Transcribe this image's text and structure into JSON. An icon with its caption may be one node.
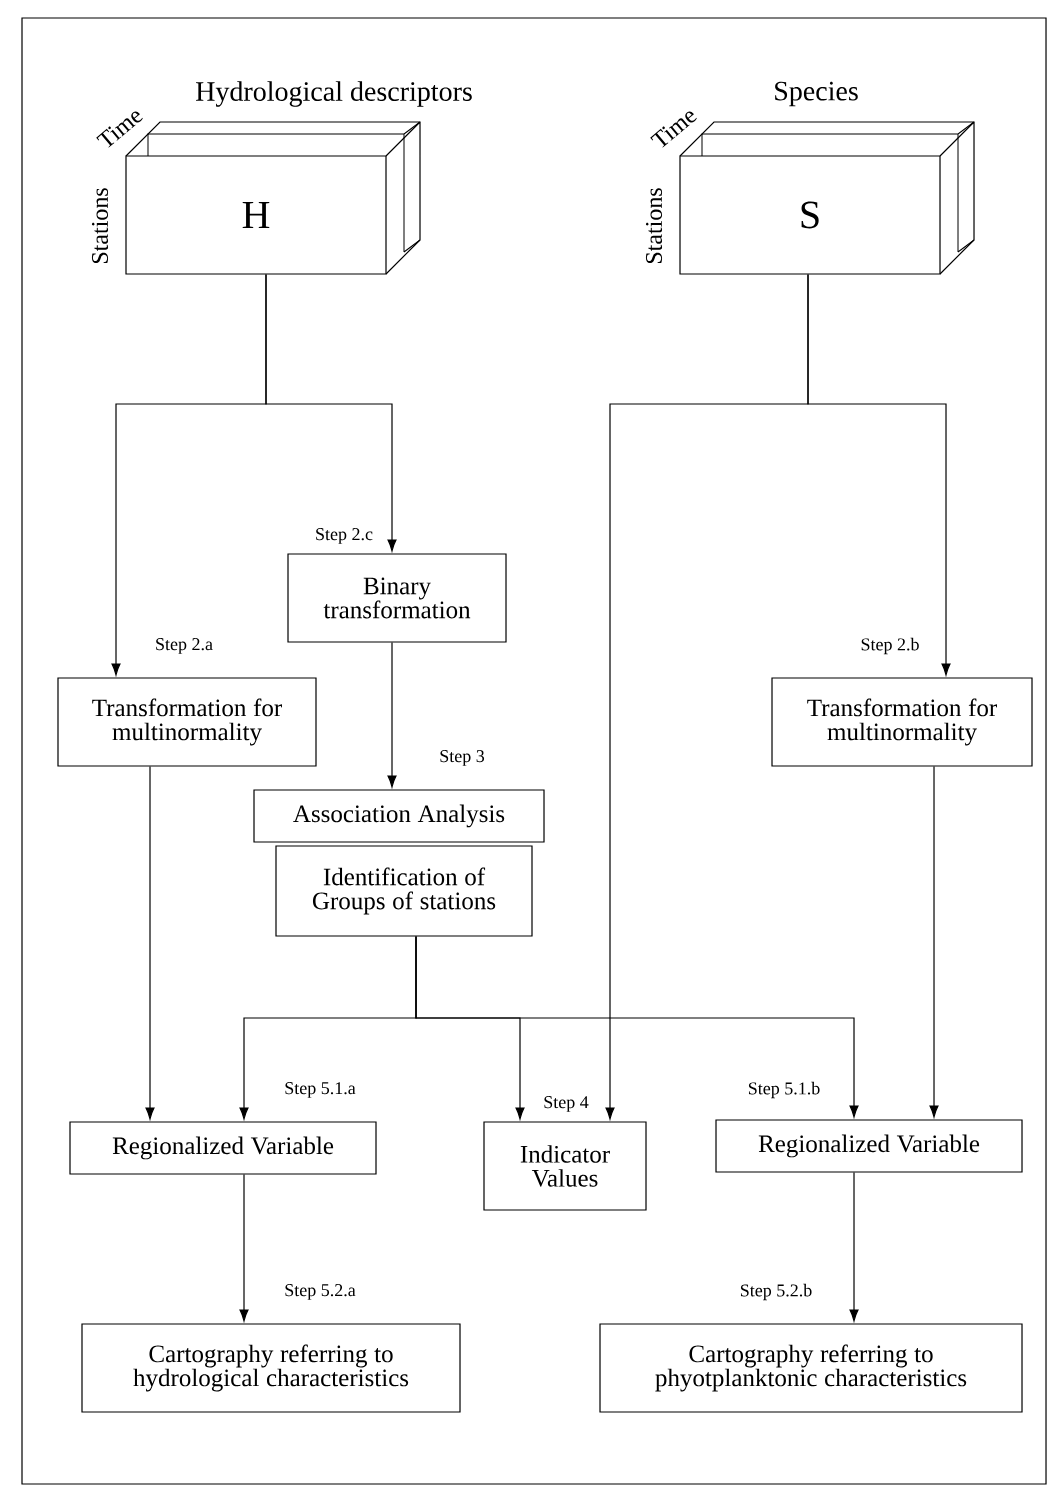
{
  "diagram": {
    "nodes": [
      {
        "text": [
          "H"
        ],
        "beside": [
          "Hydrological descriptors",
          "Time",
          "Stations"
        ]
      },
      {
        "text": [
          "S"
        ],
        "beside": [
          "Species",
          "Time",
          "Stations"
        ]
      },
      {
        "text": [
          "Binary transformation"
        ],
        "beside": [
          "Step 2.c"
        ]
      },
      {
        "text": [
          "Transformation for multinormality"
        ],
        "beside": [
          "Step 2.a"
        ]
      },
      {
        "text": [
          "Transformation for multinormality"
        ],
        "beside": [
          "Step 2.b"
        ]
      },
      {
        "text": [
          "Association Analysis"
        ],
        "beside": [
          "Step 3"
        ]
      },
      {
        "text": [
          "Identification of Groups of stations"
        ]
      },
      {
        "text": [
          "Regionalized Variable"
        ],
        "beside": [
          "Step 5.1.a"
        ]
      },
      {
        "text": [
          "Indicator Values"
        ],
        "beside": [
          "Step 4"
        ]
      },
      {
        "text": [
          "Regionalized Variable"
        ],
        "beside": [
          "Step 5.1.b"
        ]
      },
      {
        "text": [
          "Cartography referring to hydrological characteristics"
        ],
        "beside": [
          "Step 5.2.a"
        ]
      },
      {
        "text": [
          "Cartography referring to phyotplanktonic characteristics"
        ],
        "beside": [
          "Step 5.2.b"
        ]
      }
    ],
    "edges": [
      {
        "from": 0,
        "to": 3,
        "arrow": "to"
      },
      {
        "from": 0,
        "to": 2,
        "arrow": "to"
      },
      {
        "from": 1,
        "to": 8,
        "arrow": "to"
      },
      {
        "from": 1,
        "to": 4,
        "arrow": "to"
      },
      {
        "from": 2,
        "to": 5,
        "arrow": "to"
      },
      {
        "from": 3,
        "to": 7,
        "arrow": "to"
      },
      {
        "from": 6,
        "to": 7,
        "arrow": "to"
      },
      {
        "from": 6,
        "to": 8,
        "arrow": "to"
      },
      {
        "from": 6,
        "to": 9,
        "arrow": "to"
      },
      {
        "from": 4,
        "to": 9,
        "arrow": "to"
      },
      {
        "from": 7,
        "to": 10,
        "arrow": "to"
      },
      {
        "from": 9,
        "to": 11,
        "arrow": "to"
      }
    ]
  }
}
